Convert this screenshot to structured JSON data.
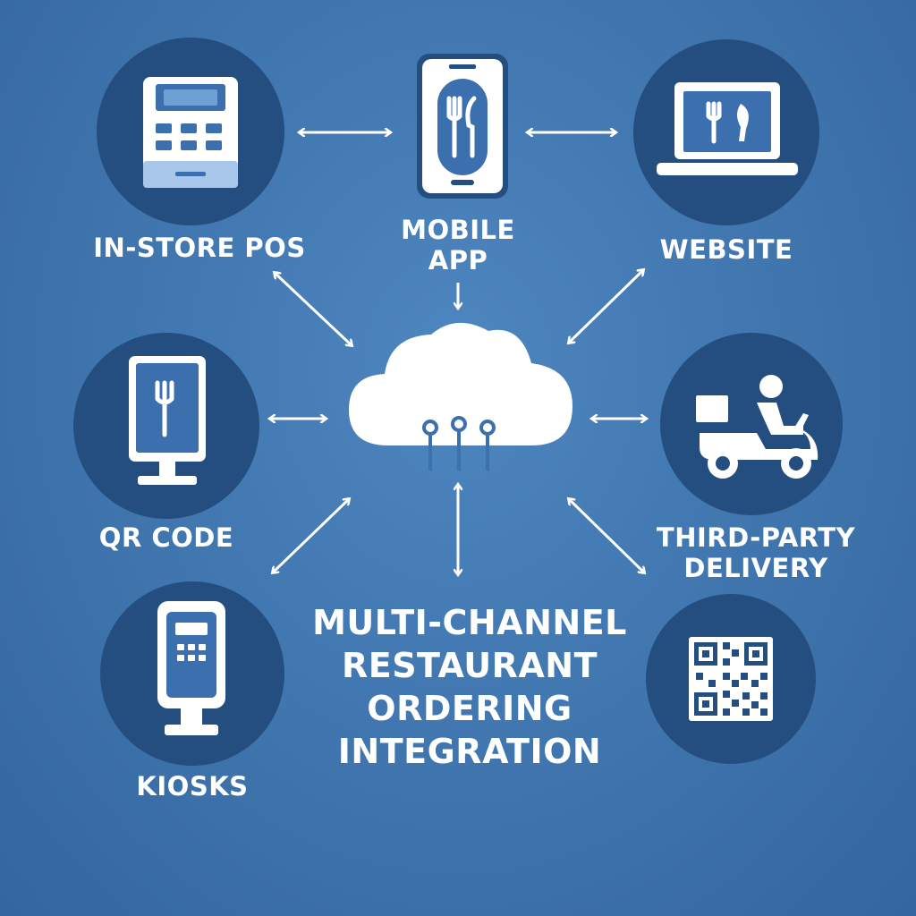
{
  "title": {
    "line1": "MULTI-CHANNEL",
    "line2": "RESTAURANT",
    "line3": "ORDERING",
    "line4": "INTEGRATION"
  },
  "channels": {
    "pos": {
      "label": "IN-STORE POS",
      "icon": "pos-terminal-icon"
    },
    "mobile": {
      "line1": "MOBILE",
      "line2": "APP",
      "icon": "smartphone-icon"
    },
    "website": {
      "label": "WEBSITE",
      "icon": "laptop-icon"
    },
    "qr": {
      "label": "QR CODE",
      "icon": "tablet-stand-icon"
    },
    "delivery": {
      "line1": "THIRD-PARTY",
      "line2": "DELIVERY",
      "icon": "delivery-scooter-icon"
    },
    "kiosks": {
      "label": "KIOSKS",
      "icon": "kiosk-icon"
    },
    "qr_symbol": {
      "icon": "qr-code-icon"
    }
  },
  "hub": {
    "icon": "cloud-icon"
  },
  "colors": {
    "background": "#3f74ad",
    "disc": "#254e80",
    "icon_white": "#ffffff",
    "icon_blue": "#3b6fae"
  }
}
